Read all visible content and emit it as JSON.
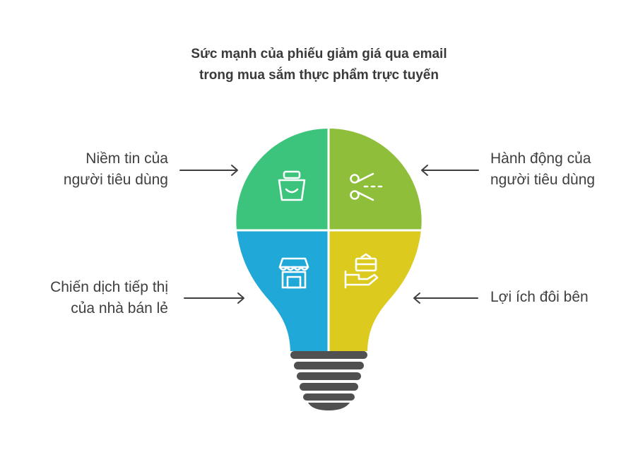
{
  "title": {
    "line1": "Sức mạnh của phiếu giảm giá qua email",
    "line2": "trong mua sắm thực phẩm trực tuyến"
  },
  "quadrants": {
    "top_left": {
      "line1": "Niềm tin của",
      "line2": "người tiêu dùng",
      "color": "#3cc47c",
      "icon": "shopping-basket-icon"
    },
    "top_right": {
      "line1": "Hành động của",
      "line2": "người tiêu dùng",
      "color": "#8fbe3a",
      "icon": "scissors-coupon-icon"
    },
    "bottom_left": {
      "line1": "Chiến dịch tiếp thị",
      "line2": "của nhà bán lẻ",
      "color": "#1fa8d8",
      "icon": "storefront-icon"
    },
    "bottom_right": {
      "line1": "Lợi ích đôi bên",
      "color": "#dcca1e",
      "icon": "hand-offering-basket-icon"
    }
  },
  "colors": {
    "bulb_base": "#505050",
    "arrow": "#3f3f3f",
    "title_text": "#3a3a3a",
    "label_text": "#3f3f3f"
  }
}
